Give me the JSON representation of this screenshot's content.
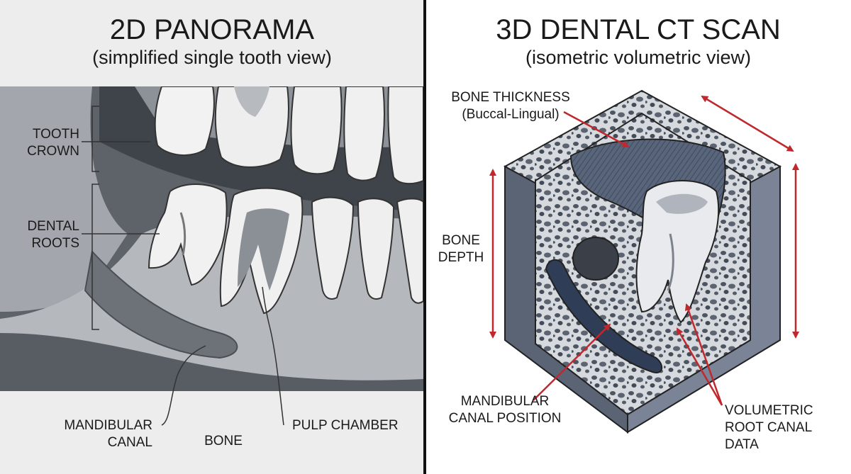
{
  "left_panel": {
    "title": "2D PANORAMA",
    "subtitle": "(simplified single tooth view)",
    "labels": {
      "tooth_crown_1": "TOOTH",
      "tooth_crown_2": "CROWN",
      "dental_roots_1": "DENTAL",
      "dental_roots_2": "ROOTS",
      "mandibular_canal_1": "MANDIBULAR",
      "mandibular_canal_2": "CANAL",
      "bone": "BONE",
      "pulp_chamber": "PULP CHAMBER"
    }
  },
  "right_panel": {
    "title": "3D DENTAL CT SCAN",
    "subtitle": "(isometric volumetric view)",
    "labels": {
      "bone_thickness_1": "BONE THICKNESS",
      "bone_thickness_2": "(Buccal-Lingual)",
      "bone_depth_1": "BONE",
      "bone_depth_2": "DEPTH",
      "canal_position_1": "MANDIBULAR",
      "canal_position_2": "CANAL POSITION",
      "root_canal_1": "VOLUMETRIC",
      "root_canal_2": "ROOT CANAL",
      "root_canal_3": "DATA"
    }
  },
  "colors": {
    "arrow_red": "#c0282e",
    "left_bg": "#ededed",
    "divider": "#111111"
  }
}
